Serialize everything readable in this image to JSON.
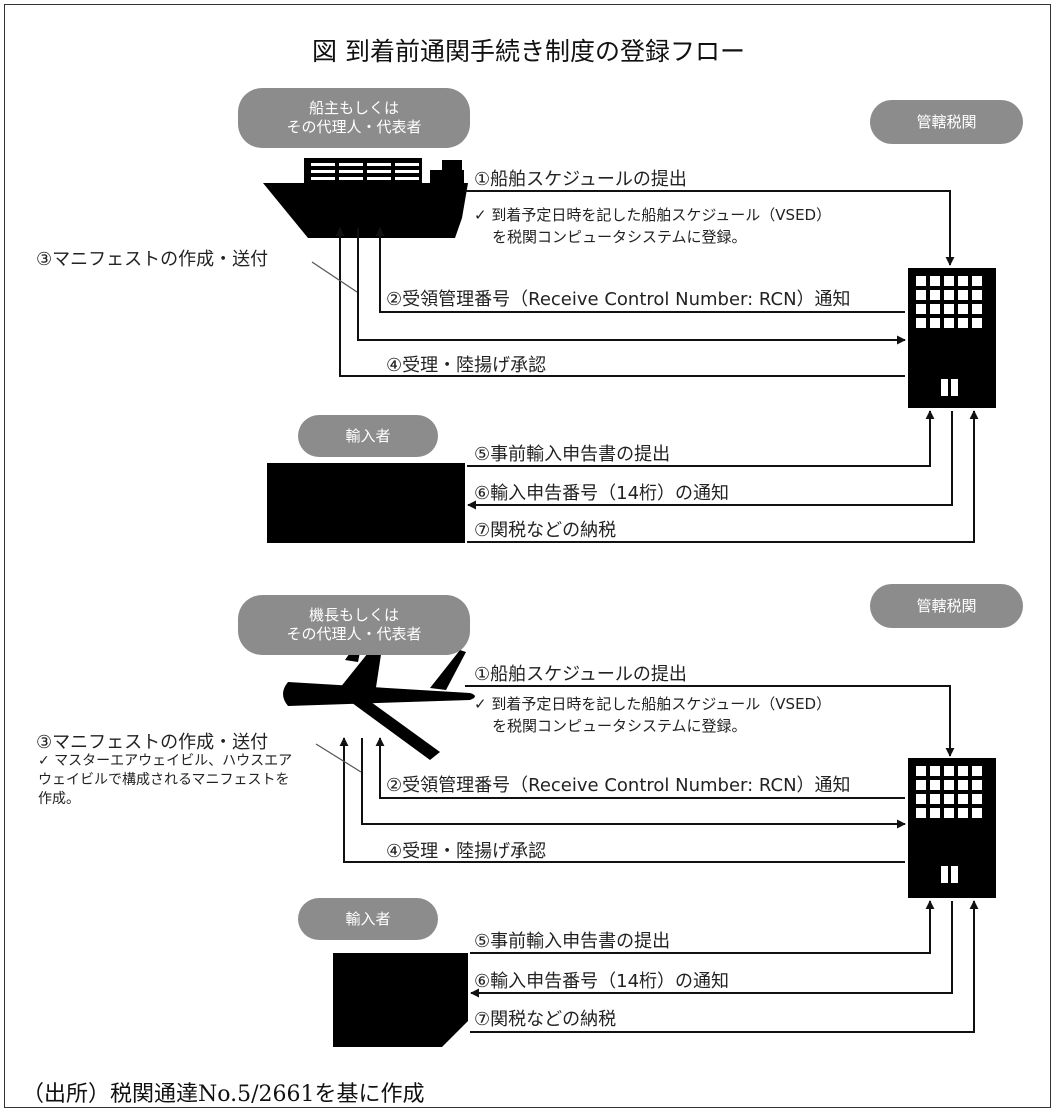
{
  "title": "図  到着前通関手続き制度の登録フロー",
  "source": "（出所）税関通達No.5/2661を基に作成",
  "sections": [
    {
      "sender_label_1": "船主もしくは",
      "sender_label_2": "その代理人・代表者",
      "customs_label": "管轄税関",
      "importer_label": "輸入者",
      "step1": "①船舶スケジュールの提出",
      "step1_note_1": "✓ 到着予定日時を記した船舶スケジュール（VSED）",
      "step1_note_2": "を税関コンピュータシステムに登録。",
      "step2": "②受領管理番号（Receive Control Number: RCN）通知",
      "step3": "③マニフェストの作成・送付",
      "step4": "④受理・陸揚げ承認",
      "step5": "⑤事前輸入申告書の提出",
      "step6": "⑥輸入申告番号（14桁）の通知",
      "step7": "⑦関税などの納税"
    },
    {
      "sender_label_1": "機長もしくは",
      "sender_label_2": "その代理人・代表者",
      "customs_label": "管轄税関",
      "importer_label": "輸入者",
      "step1": "①船舶スケジュールの提出",
      "step1_note_1": "✓ 到着予定日時を記した船舶スケジュール（VSED）",
      "step1_note_2": "を税関コンピュータシステムに登録。",
      "step2": "②受領管理番号（Receive Control Number: RCN）通知",
      "step3": "③マニフェストの作成・送付",
      "step3_note": "✓ マスターエアウェイビル、ハウスエアウェイビルで構成されるマニフェストを作成。",
      "step4": "④受理・陸揚げ承認",
      "step5": "⑤事前輸入申告書の提出",
      "step6": "⑥輸入申告番号（14桁）の通知",
      "step7": "⑦関税などの納税"
    }
  ]
}
